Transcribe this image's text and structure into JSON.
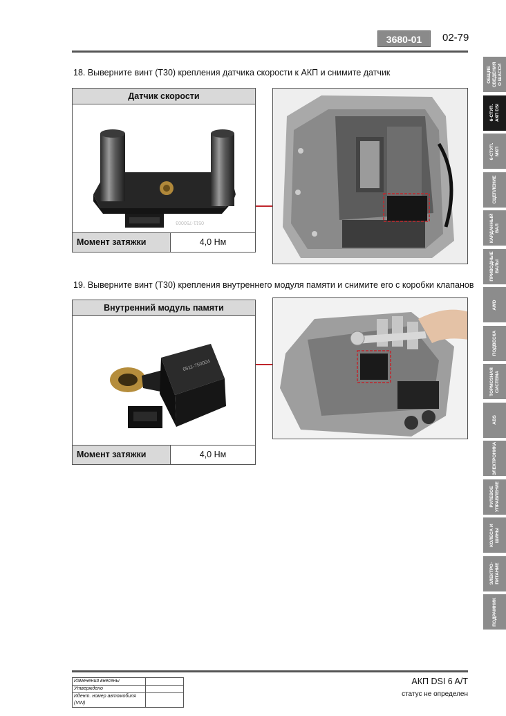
{
  "header": {
    "section_code": "3680-01",
    "page_number": "02-79"
  },
  "steps": [
    {
      "text": "18.  Выверните винт (T30) крепления датчика скорости к АКП и снимите датчик"
    },
    {
      "text": "19.  Выверните винт (T30) крепления внутреннего модуля памяти и снимите его с коробки клапанов"
    }
  ],
  "parts": [
    {
      "title": "Датчик скорости",
      "torque_label": "Момент затяжки",
      "torque_value": "4,0 Нм",
      "part_marking": "0511-750003"
    },
    {
      "title": "Внутренний модуль памяти",
      "torque_label": "Момент затяжки",
      "torque_value": "4,0 Нм",
      "part_marking": "0511-750004"
    }
  ],
  "side_tabs": [
    {
      "label": "ОБЩИЕ\nСВЕДЕНИЯ\nО ШАССИ",
      "active": false
    },
    {
      "label": "6-СТУП.\nАКП DSI",
      "active": true
    },
    {
      "label": "6-СТУП.\nМКП",
      "active": false
    },
    {
      "label": "СЦЕПЛЕНИЕ",
      "active": false
    },
    {
      "label": "КАРДАННЫЙ\nВАЛ",
      "active": false
    },
    {
      "label": "ПРИВОДНЫЕ\nВАЛЫ",
      "active": false
    },
    {
      "label": "AWD",
      "active": false
    },
    {
      "label": "ПОДВЕСКА",
      "active": false
    },
    {
      "label": "ТОРМОЗНАЯ\nСИСТЕМА",
      "active": false
    },
    {
      "label": "ABS",
      "active": false
    },
    {
      "label": "ЭЛЕКТРОНИКА",
      "active": false
    },
    {
      "label": "РУЛЕВОЕ\nУПРАВЛЕНИЕ",
      "active": false
    },
    {
      "label": "КОЛЕСА И\nШИНЫ",
      "active": false
    },
    {
      "label": "ЭЛЕКТРО-\nПИТАНИЕ",
      "active": false
    },
    {
      "label": "ПОДРАМНИК",
      "active": false
    }
  ],
  "footer": {
    "rows": [
      {
        "label": "Изменения внесены",
        "value": ""
      },
      {
        "label": "Утверждено",
        "value": ""
      },
      {
        "label": "Идент. номер автомобиля (VIN)",
        "value": ""
      }
    ],
    "doc_title": "АКП DSI 6 A/T",
    "status": "статус не определен"
  },
  "colors": {
    "accent_red": "#c0262c",
    "tab_gray": "#8c8c8c",
    "tab_active": "#1a1a1a",
    "table_header": "#d9d9d9"
  }
}
